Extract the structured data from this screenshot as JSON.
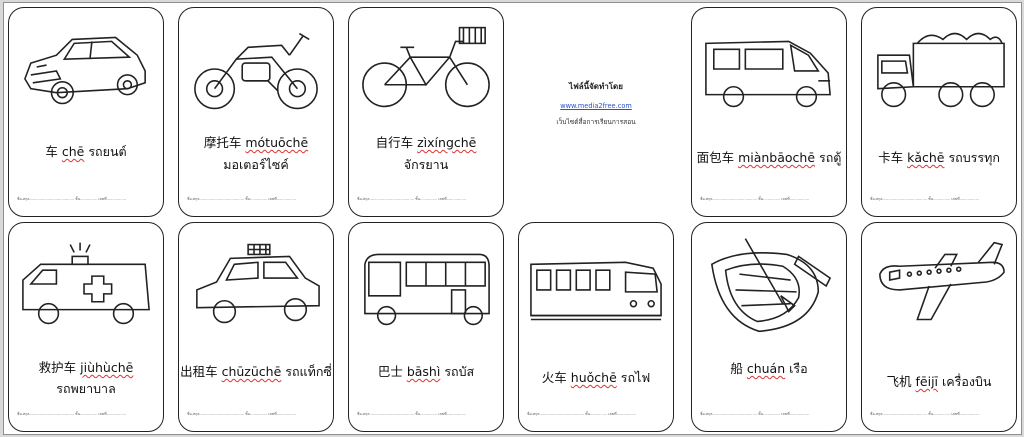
{
  "footer_text": "ชื่อ-สกุล.......................................  ชั้น...............  เลขที่.................",
  "promo": {
    "title": "ไฟล์นี้จัดทำโดย",
    "url": "www.media2free.com",
    "subtitle": "เว็บไซต์สื่อการเรียนการสอน"
  },
  "cards": [
    {
      "id": "car",
      "chinese": "车",
      "pinyin": "chē",
      "thai": "รถยนต์",
      "line2": ""
    },
    {
      "id": "motorcycle",
      "chinese": "摩托车",
      "pinyin": "mótuōchē",
      "thai": "",
      "line2": "มอเตอร์ไซค์"
    },
    {
      "id": "bicycle",
      "chinese": "自行车",
      "pinyin": "zìxíngchē",
      "thai": "",
      "line2": "จักรยาน"
    },
    {
      "id": "van",
      "chinese": "面包车",
      "pinyin": "miànbāochē",
      "thai": "รถตู้",
      "line2": ""
    },
    {
      "id": "truck",
      "chinese": "卡车",
      "pinyin": "kǎchē",
      "thai": "รถบรรทุก",
      "line2": ""
    },
    {
      "id": "ambulance",
      "chinese": "救护车",
      "pinyin": "jiùhùchē",
      "thai": "",
      "line2": "รถพยาบาล"
    },
    {
      "id": "taxi",
      "chinese": "出租车",
      "pinyin": "chūzūchē",
      "thai": "รถแท็กซี่",
      "line2": ""
    },
    {
      "id": "bus",
      "chinese": "巴士",
      "pinyin": "bāshì",
      "thai": "รถบัส",
      "line2": ""
    },
    {
      "id": "train",
      "chinese": "火车",
      "pinyin": "huǒchē",
      "thai": "รถไฟ",
      "line2": ""
    },
    {
      "id": "boat",
      "chinese": "船",
      "pinyin": "chuán",
      "thai": "เรือ",
      "line2": ""
    },
    {
      "id": "airplane",
      "chinese": "飞机",
      "pinyin": "fēijī",
      "thai": "เครื่องบิน",
      "line2": ""
    }
  ]
}
